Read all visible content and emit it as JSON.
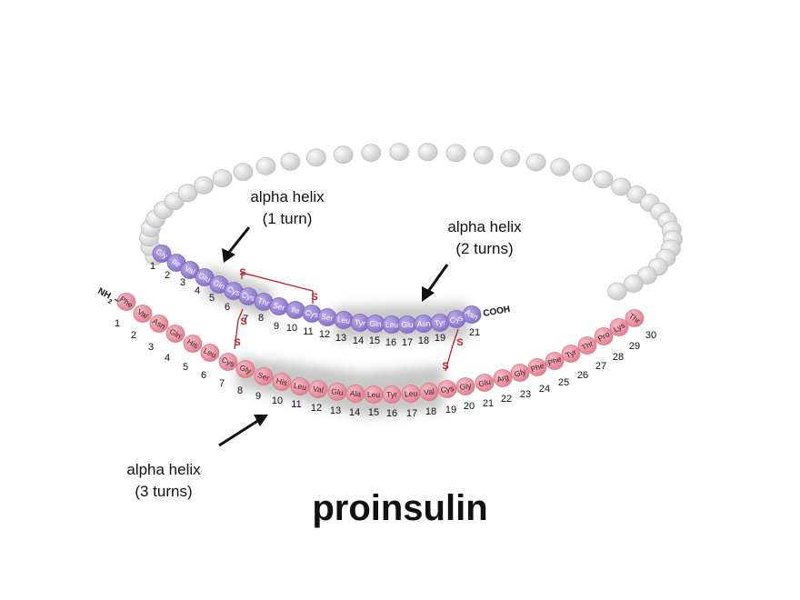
{
  "title": "proinsulin",
  "colors": {
    "a_chain": "#9b88d6",
    "a_chain_stroke": "#7e6bbd",
    "b_chain": "#ee9aa6",
    "b_chain_stroke": "#d97a88",
    "c_peptide": "#dcdcdc",
    "c_peptide_stroke": "#bdbdbd",
    "disulfide": "#c0202a",
    "helix_shadow": "#9a9a9a"
  },
  "a_chain": {
    "terminal_c": "COOH",
    "residues": [
      "Gly",
      "Ile",
      "Val",
      "Glu",
      "Gln",
      "Cys",
      "Cys",
      "Thr",
      "Ser",
      "Ile",
      "Cys",
      "Ser",
      "Leu",
      "Tyr",
      "Gln",
      "Leu",
      "Glu",
      "Asn",
      "Tyr",
      "Cys",
      "Asn"
    ],
    "numbers": [
      "1",
      "2",
      "3",
      "4",
      "5",
      "6",
      "7",
      "8",
      "9",
      "10",
      "11",
      "12",
      "13",
      "14",
      "15",
      "16",
      "17",
      "18",
      "19",
      "21"
    ]
  },
  "b_chain": {
    "terminal_n": "NH",
    "terminal_n_sub": "2",
    "residues": [
      "Phe",
      "Val",
      "Asn",
      "Gln",
      "His",
      "Leu",
      "Cys",
      "Gly",
      "Ser",
      "His",
      "Leu",
      "Val",
      "Glu",
      "Ala",
      "Leu",
      "Tyr",
      "Leu",
      "Val",
      "Cys",
      "Gly",
      "Glu",
      "Arg",
      "Gly",
      "Phe",
      "Phe",
      "Tyr",
      "Thr",
      "Pro",
      "Lys",
      "Thr"
    ],
    "numbers": [
      "1",
      "2",
      "3",
      "4",
      "5",
      "6",
      "7",
      "8",
      "9",
      "10",
      "11",
      "12",
      "13",
      "14",
      "15",
      "16",
      "17",
      "18",
      "19",
      "20",
      "21",
      "22",
      "23",
      "24",
      "25",
      "26",
      "27",
      "28",
      "29",
      "30"
    ]
  },
  "disulfide_label": "S",
  "callouts": {
    "helix_1": {
      "line1": "alpha helix",
      "line2": "(1 turn)"
    },
    "helix_2": {
      "line1": "alpha helix",
      "line2": "(2 turns)"
    },
    "helix_3": {
      "line1": "alpha helix",
      "line2": "(3 turns)"
    }
  }
}
